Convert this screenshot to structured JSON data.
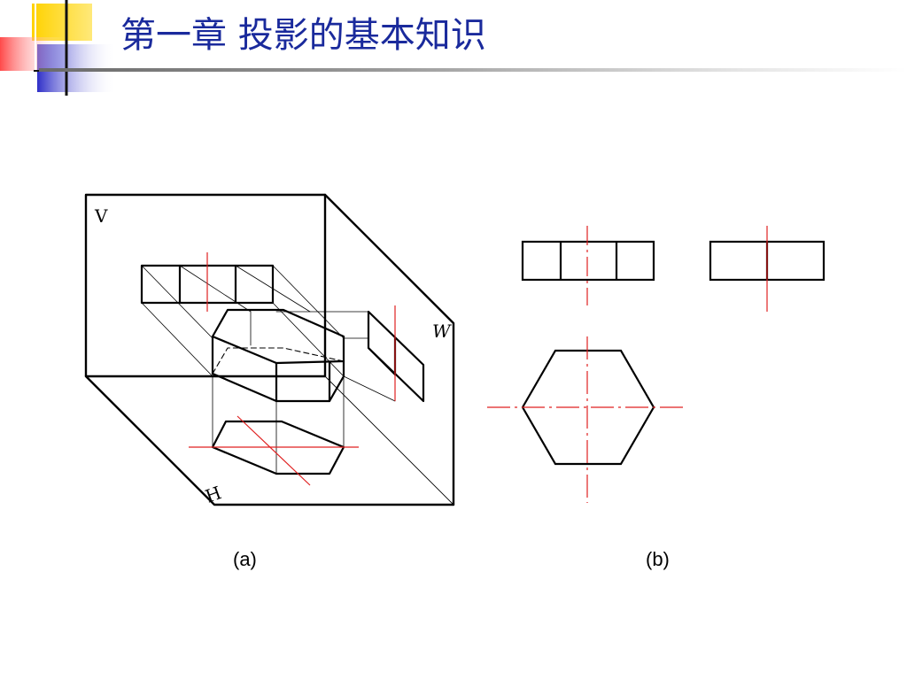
{
  "slide": {
    "title": "第一章 投影的基本知识"
  },
  "figure_a": {
    "caption": "(a)",
    "plane_labels": {
      "v": "V",
      "w": "W",
      "h": "H"
    }
  },
  "figure_b": {
    "caption": "(b)"
  },
  "colors": {
    "title": "#1a2a9c",
    "centerline": "#e02020",
    "outline": "#000000",
    "deco_yellow": "#ffcc00",
    "deco_blue": "#3a3ad0",
    "deco_red": "#ff5050"
  }
}
